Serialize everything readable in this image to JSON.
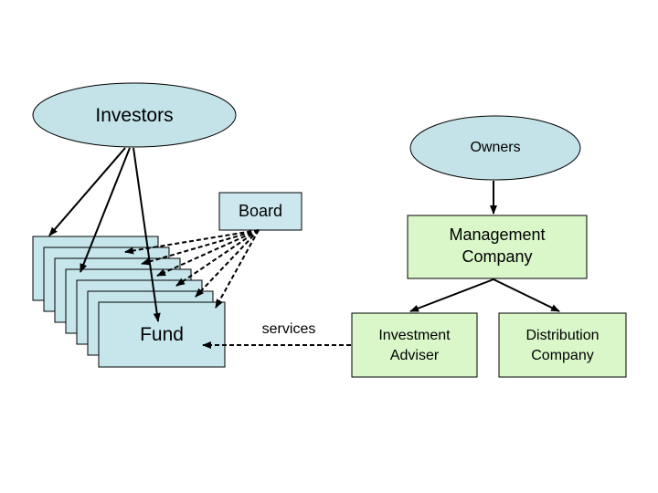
{
  "nodes": {
    "investors": "Investors",
    "owners": "Owners",
    "board": "Board",
    "management_company": [
      "Management",
      "Company"
    ],
    "fund": "Fund",
    "investment_adviser": [
      "Investment",
      "Adviser"
    ],
    "distribution_company": [
      "Distribution",
      "Company"
    ]
  },
  "edge_labels": {
    "services": "services"
  },
  "colors": {
    "ellipse_fill": "#c3e3e8",
    "fund_fill": "#c6e6ec",
    "board_fill": "#cce8ee",
    "company_fill": "#d9f7c9",
    "stroke": "#000000"
  }
}
